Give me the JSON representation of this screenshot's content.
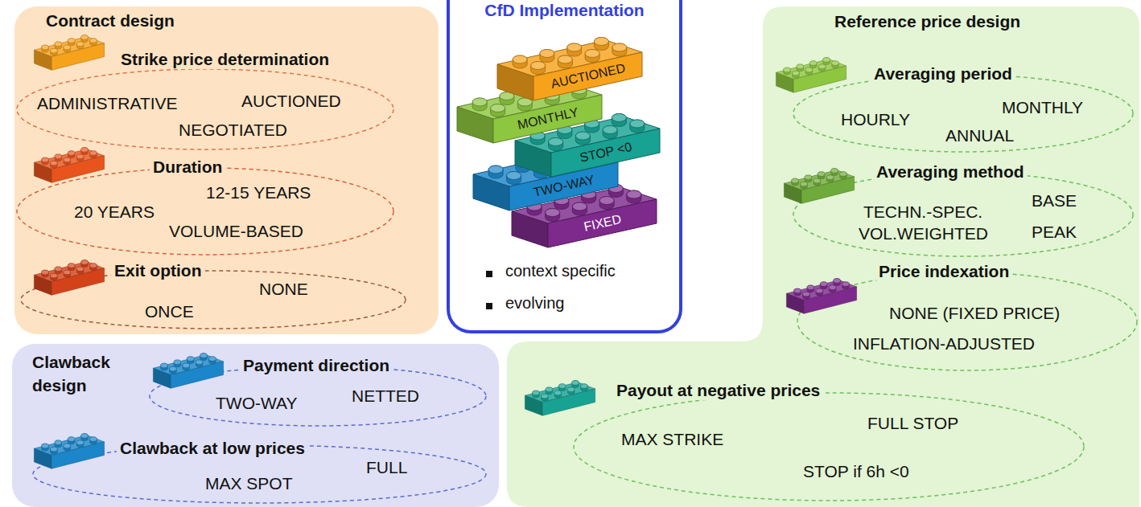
{
  "diagram": {
    "nodes": [
      {
        "text": [
          "Contract design"
        ]
      },
      {
        "text": [
          "Strike price determination",
          "ADMINISTRATIVE",
          "AUCTIONED",
          "NEGOTIATED"
        ],
        "in": 0
      },
      {
        "text": [
          "Duration",
          "12-15 YEARS",
          "20 YEARS",
          "VOLUME-BASED"
        ],
        "in": 0
      },
      {
        "text": [
          "Exit option",
          "NONE",
          "ONCE"
        ],
        "in": 0
      },
      {
        "text": [
          "CfD Implementation",
          "context specific",
          "evolving"
        ]
      },
      {
        "text": [
          "AUCTIONED"
        ],
        "in": 4
      },
      {
        "text": [
          "MONTHLY"
        ],
        "in": 4
      },
      {
        "text": [
          "STOP <0"
        ],
        "in": 4
      },
      {
        "text": [
          "TWO-WAY"
        ],
        "in": 4
      },
      {
        "text": [
          "FIXED"
        ],
        "in": 4
      },
      {
        "text": [
          "Reference price design"
        ]
      },
      {
        "text": [
          "Averaging period",
          "HOURLY",
          "MONTHLY",
          "ANNUAL"
        ],
        "in": 10
      },
      {
        "text": [
          "Averaging method",
          "TECHN.-SPEC.",
          "BASE",
          "VOL.WEIGHTED",
          "PEAK"
        ],
        "in": 10
      },
      {
        "text": [
          "Price indexation",
          "NONE (FIXED PRICE)",
          "INFLATION-ADJUSTED"
        ],
        "in": 10
      },
      {
        "text": [
          "Payout at negative prices",
          "MAX STRIKE",
          "FULL STOP",
          "STOP if 6h <0"
        ],
        "in": 10
      },
      {
        "text": [
          "Clawback design"
        ]
      },
      {
        "text": [
          "Payment direction",
          "TWO-WAY",
          "NETTED"
        ],
        "in": 15
      },
      {
        "text": [
          "Clawback at low prices",
          "FULL",
          "MAX SPOT"
        ],
        "in": 15
      }
    ]
  }
}
